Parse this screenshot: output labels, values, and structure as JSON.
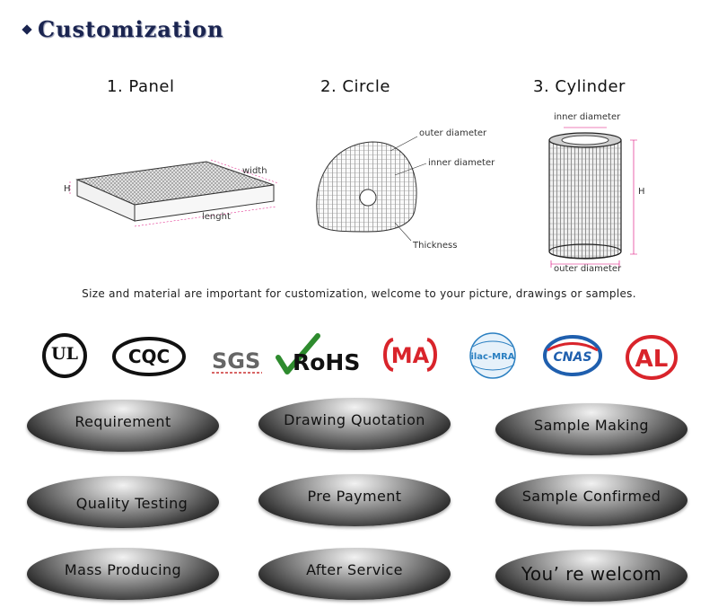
{
  "header": {
    "title": "Customization"
  },
  "shapes": [
    {
      "title": "1. Panel",
      "labels": {
        "height": "H",
        "width": "width",
        "length": "lenght"
      }
    },
    {
      "title": "2. Circle",
      "labels": {
        "outer": "outer diameter",
        "inner": "inner diameter",
        "thickness": "Thickness"
      }
    },
    {
      "title": "3. Cylinder",
      "labels": {
        "inner": "inner diameter",
        "height": "H",
        "outer": "outer diameter"
      }
    }
  ],
  "caption": "Size and material are important for customization, welcome to your picture, drawings or samples.",
  "certifications": [
    {
      "id": "ul",
      "text": "UL",
      "color": "#111111"
    },
    {
      "id": "cqc",
      "text": "CQC",
      "color": "#111111"
    },
    {
      "id": "sgs",
      "text": "SGS",
      "color": "#666666"
    },
    {
      "id": "rohs",
      "text": "RoHS",
      "color": "#111111",
      "accent": "#2e8b2e"
    },
    {
      "id": "ma",
      "text": "MA",
      "color": "#d9242b"
    },
    {
      "id": "ilac",
      "text": "ilac-MRA",
      "color": "#2a7fc1"
    },
    {
      "id": "cnas",
      "text": "CNAS",
      "color": "#1f5fae",
      "accent": "#d9242b"
    },
    {
      "id": "cal",
      "text": "AL",
      "color": "#d9242b"
    }
  ],
  "process_steps": [
    "Requirement",
    "Drawing Quotation",
    "Sample Making",
    "Quality Testing",
    "Pre Payment",
    "Sample Confirmed",
    "Mass Producing",
    "After Service",
    "You’ re welcom"
  ]
}
